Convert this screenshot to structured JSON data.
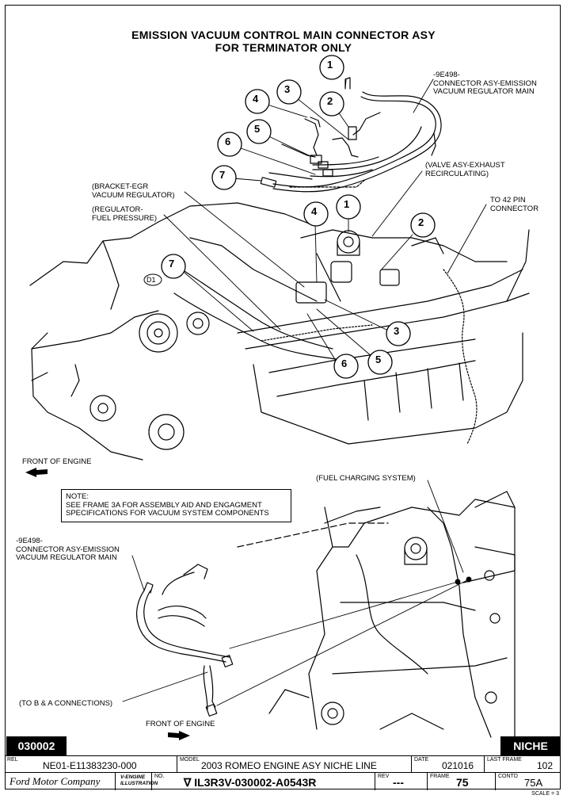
{
  "title": {
    "line1": "EMISSION VACUUM CONTROL MAIN CONNECTOR ASY",
    "line2": "FOR TERMINATOR ONLY"
  },
  "labels": {
    "connector_top": "-9E498-\nCONNECTOR ASY-EMISSION\nVACUUM REGULATOR MAIN",
    "egr_valve": "(VALVE ASY-EXHAUST\nRECIRCULATING)",
    "to_42_pin": "TO 42 PIN\nCONNECTOR",
    "bracket_egr": "(BRACKET-EGR\nVACUUM REGULATOR)",
    "fuel_regulator": "(REGULATOR-\nFUEL PRESSURE)",
    "d1": "D1",
    "front_engine_1": "FRONT OF ENGINE",
    "fuel_charging": "(FUEL CHARGING SYSTEM)",
    "connector_bottom": "-9E498-\nCONNECTOR ASY-EMISSION\nVACUUM REGULATOR MAIN",
    "to_b_a": "(TO B & A CONNECTIONS)",
    "front_engine_2": "FRONT OF ENGINE"
  },
  "note": "NOTE:\nSEE FRAME 3A FOR ASSEMBLY AID AND ENGAGMENT\nSPECIFICATIONS FOR VACUUM SYSTEM COMPONENTS",
  "callouts_top": [
    "1",
    "2",
    "3",
    "4",
    "5",
    "6",
    "7"
  ],
  "callouts_engine": [
    "1",
    "2",
    "3",
    "4",
    "5",
    "6",
    "7"
  ],
  "corner_tags": {
    "left": "030002",
    "right": "NICHE"
  },
  "title_block": {
    "rel_cap": "REL",
    "rel": "NE01-E11383230-000",
    "model_cap": "MODEL",
    "model": "2003 ROMEO ENGINE ASY NICHE LINE",
    "date_cap": "DATE",
    "date": "021016",
    "last_frame_cap": "LAST FRAME",
    "last_frame": "102",
    "company": "Ford Motor Company",
    "vengine": "V-ENGINE\nILLUSTRATION",
    "no_cap": "NO.",
    "number": "∇ IL3R3V-030002-A0543R",
    "rev_cap": "REV",
    "rev": "---",
    "frame_cap": "FRAME",
    "frame": "75",
    "contd_cap": "CONTD",
    "contd": "75A"
  },
  "scale": "SCALE = 3"
}
